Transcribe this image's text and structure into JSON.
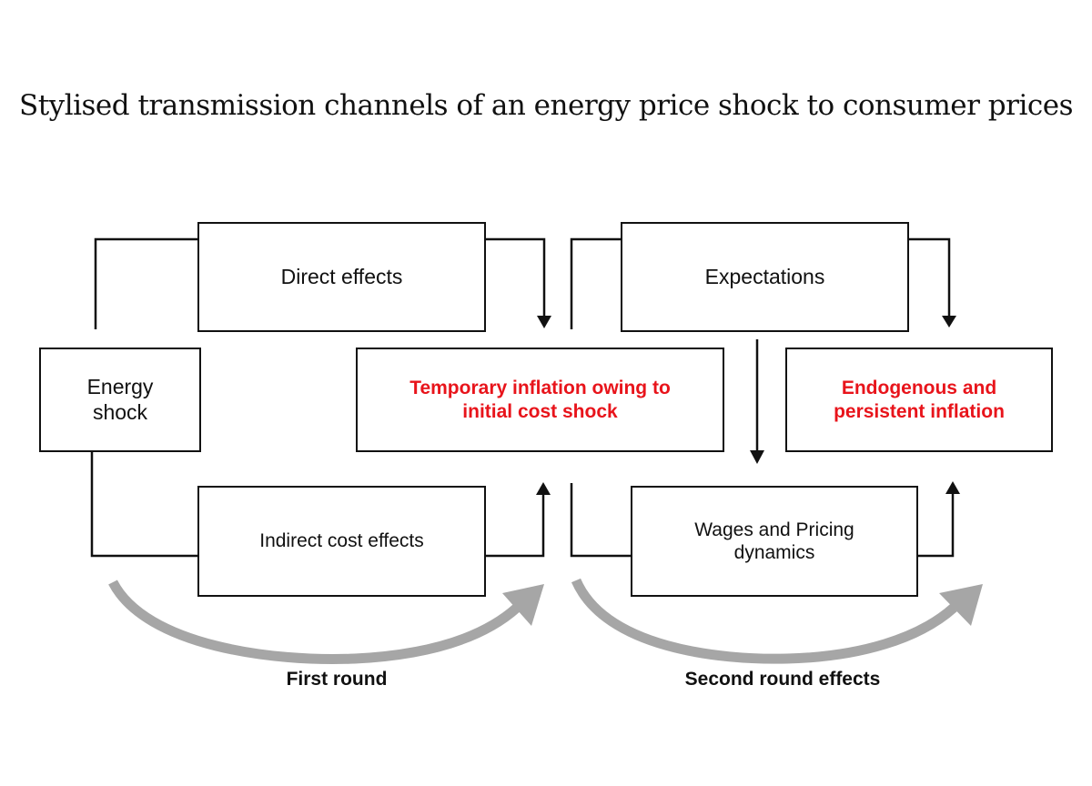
{
  "title": "Stylised transmission channels of an energy price shock to consumer prices",
  "nodes": {
    "energy_shock": "Energy shock",
    "direct_effects": "Direct effects",
    "indirect_cost_effects": "Indirect cost effects",
    "temporary_inflation": "Temporary inflation owing to initial cost shock",
    "expectations": "Expectations",
    "wages_pricing": "Wages and Pricing dynamics",
    "endogenous_inflation": "Endogenous and persistent inflation"
  },
  "labels": {
    "first_round": "First round",
    "second_round": "Second round effects"
  },
  "colors": {
    "line": "#111111",
    "highlight_text": "#e8141b",
    "round_arrow": "#a6a6a6"
  }
}
